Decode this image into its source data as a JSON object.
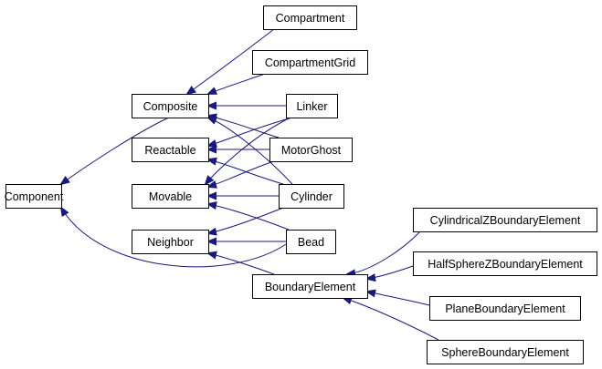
{
  "diagram": {
    "nodes": [
      {
        "id": "component",
        "label": "Component"
      },
      {
        "id": "composite",
        "label": "Composite"
      },
      {
        "id": "reactable",
        "label": "Reactable"
      },
      {
        "id": "movable",
        "label": "Movable"
      },
      {
        "id": "neighbor",
        "label": "Neighbor"
      },
      {
        "id": "compartment",
        "label": "Compartment"
      },
      {
        "id": "compartmentgrid",
        "label": "CompartmentGrid"
      },
      {
        "id": "linker",
        "label": "Linker"
      },
      {
        "id": "motorghost",
        "label": "MotorGhost"
      },
      {
        "id": "cylinder",
        "label": "Cylinder"
      },
      {
        "id": "bead",
        "label": "Bead"
      },
      {
        "id": "boundaryelement",
        "label": "BoundaryElement"
      },
      {
        "id": "cylindricalz",
        "label": "CylindricalZBoundaryElement"
      },
      {
        "id": "halfspherez",
        "label": "HalfSphereZBoundaryElement"
      },
      {
        "id": "planeboundary",
        "label": "PlaneBoundaryElement"
      },
      {
        "id": "sphereboundary",
        "label": "SphereBoundaryElement"
      }
    ],
    "edges": [
      {
        "from": "composite",
        "to": "component"
      },
      {
        "from": "bead",
        "to": "component"
      },
      {
        "from": "compartment",
        "to": "composite"
      },
      {
        "from": "compartmentgrid",
        "to": "composite"
      },
      {
        "from": "linker",
        "to": "composite"
      },
      {
        "from": "motorghost",
        "to": "composite"
      },
      {
        "from": "cylinder",
        "to": "composite"
      },
      {
        "from": "linker",
        "to": "reactable"
      },
      {
        "from": "motorghost",
        "to": "reactable"
      },
      {
        "from": "cylinder",
        "to": "reactable"
      },
      {
        "from": "linker",
        "to": "movable"
      },
      {
        "from": "motorghost",
        "to": "movable"
      },
      {
        "from": "cylinder",
        "to": "movable"
      },
      {
        "from": "bead",
        "to": "movable"
      },
      {
        "from": "cylinder",
        "to": "neighbor"
      },
      {
        "from": "bead",
        "to": "neighbor"
      },
      {
        "from": "boundaryelement",
        "to": "neighbor"
      },
      {
        "from": "cylindricalz",
        "to": "boundaryelement"
      },
      {
        "from": "halfspherez",
        "to": "boundaryelement"
      },
      {
        "from": "planeboundary",
        "to": "boundaryelement"
      },
      {
        "from": "sphereboundary",
        "to": "boundaryelement"
      }
    ],
    "colors": {
      "edge": "#1a1a7a",
      "box_stroke": "#000000",
      "box_fill": "#ffffff",
      "text": "#000000"
    }
  }
}
